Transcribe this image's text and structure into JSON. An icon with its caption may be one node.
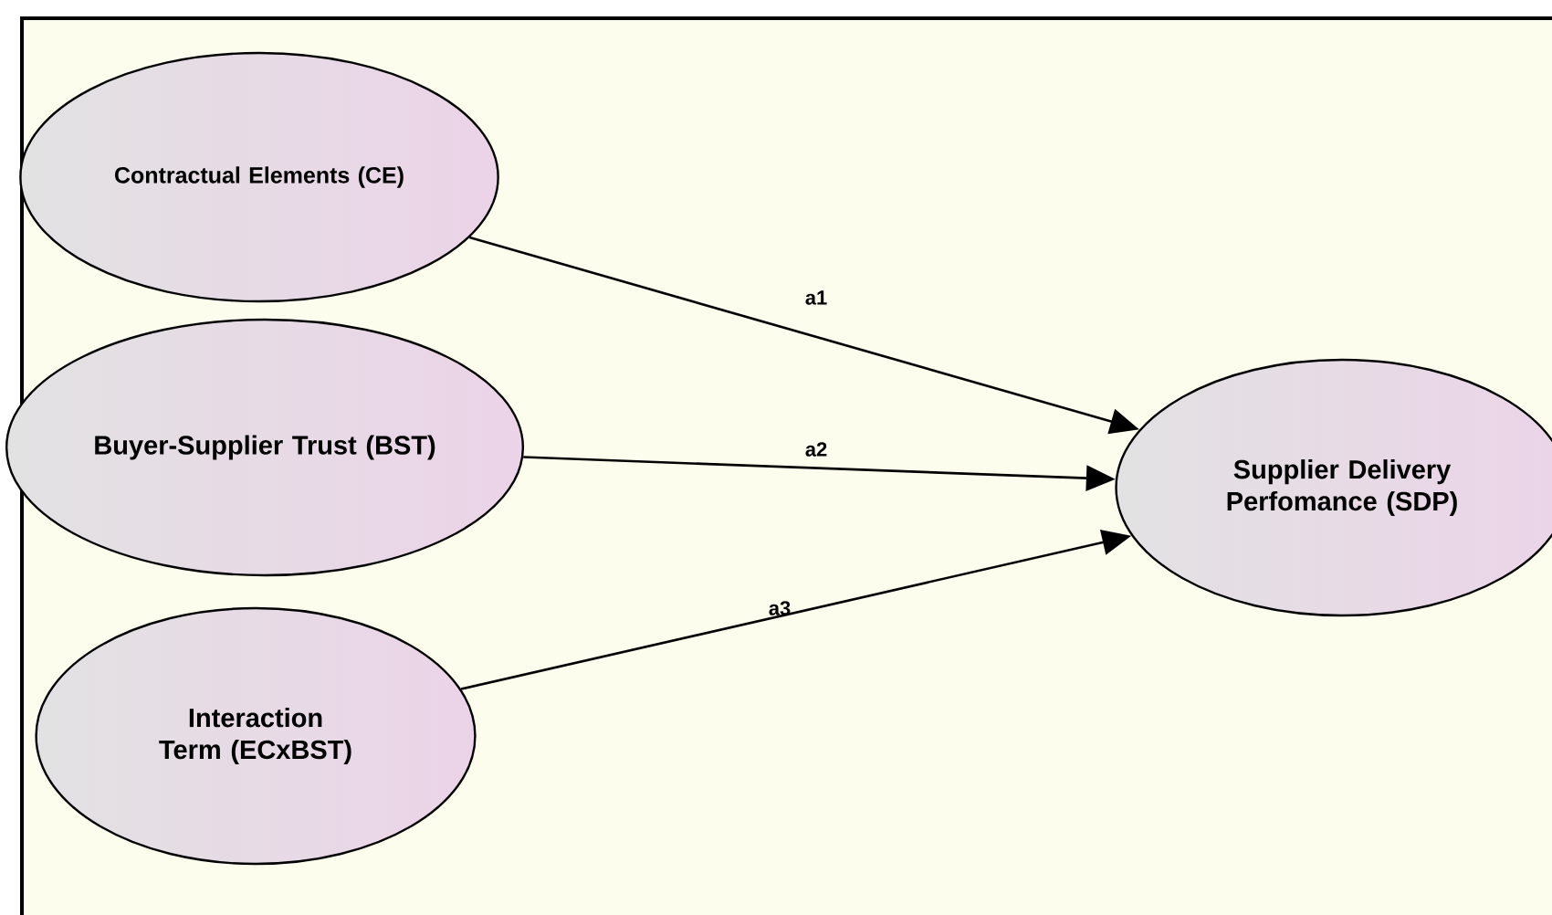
{
  "diagram": {
    "nodes": [
      {
        "text": [
          "Contractual Elements (CE)"
        ]
      },
      {
        "text": [
          "Buyer-Supplier Trust (BST)"
        ]
      },
      {
        "text": [
          "Interaction Term (ECxBST)"
        ]
      },
      {
        "text": [
          "Supplier Delivery Perfomance (SDP)"
        ]
      }
    ],
    "edges": [
      {
        "from": 0,
        "to": 3,
        "arrow": "to",
        "label": "a1"
      },
      {
        "from": 1,
        "to": 3,
        "arrow": "to",
        "label": "a2"
      },
      {
        "from": 2,
        "to": 3,
        "arrow": "to",
        "label": "a3"
      }
    ]
  }
}
